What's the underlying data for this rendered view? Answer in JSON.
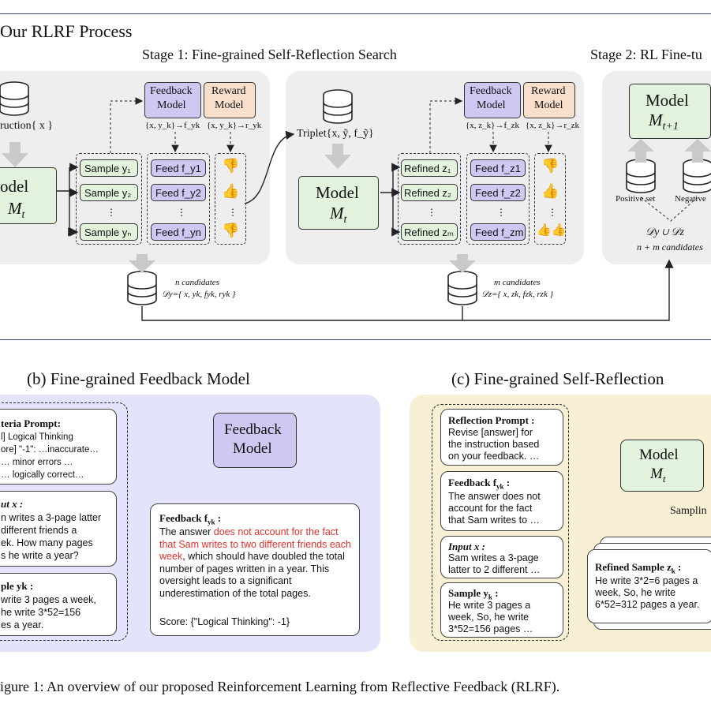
{
  "figure": {
    "section_a_title": "Our RLRF Process",
    "stage1_title": "Stage 1: Fine-grained Self-Reflection Search",
    "stage2_title": "Stage 2: RL Fine-tu",
    "caption": "igure 1: An overview of our proposed Reinforcement Learning from Reflective Feedback (RLRF)."
  },
  "stage1": {
    "instruction_label": "ruction{ x }",
    "model_label": "odel",
    "model_sub": "M",
    "model_sub_t": "t",
    "feedback_model": [
      "Feedback",
      "Model"
    ],
    "reward_model": [
      "Reward",
      "Model"
    ],
    "feedback_map": "{x, y_k}→f_yk",
    "reward_map": "{x, y_k}→r_yk",
    "samples": [
      "Sample y₁",
      "Sample y₂",
      "⋮",
      "Sample yₙ"
    ],
    "feeds": [
      "Feed f_y1",
      "Feed f_y2",
      "⋮",
      "Feed f_yn"
    ],
    "triplet_label": "Triplet{x, ỹ, f_ỹ}",
    "model2_label": "Model",
    "refined": [
      "Refined z₁",
      "Refined z₂",
      "⋮",
      "Refined zₘ"
    ],
    "feeds2": [
      "Feed f_z1",
      "Feed f_z2",
      "⋮",
      "Feed f_zm"
    ],
    "feedback_map2": "{x, z_k}→f_zk",
    "reward_map2": "{x, z_k}→r_zk",
    "n_candidates": "n candidates",
    "dy_def": "𝒟y={ x, yk, fyk, ryk }",
    "m_candidates": "m candidates",
    "dz_def": "𝒟z={ x, zk, fzk, rzk }"
  },
  "stage2": {
    "model_label": "Model",
    "model_sub": "M",
    "model_sub_t": "t+1",
    "positive_set": "Positive set",
    "negative_set": "Negative",
    "union": "𝒟y ∪ 𝒟z",
    "candidates": "n + m candidates"
  },
  "panel_b": {
    "title": "(b) Fine-grained Feedback Model",
    "criteria_head": "teria Prompt:",
    "criteria_lines": [
      "l] Logical Thinking",
      "ore] \"-1\":  …inaccurate…",
      "… minor errors …",
      "… logically correct…"
    ],
    "input_head": "ut x :",
    "input_lines": [
      "n writes a 3-page latter",
      "different friends a",
      "ek. How many pages",
      "s he write a year?"
    ],
    "sample_head": "ple yk :",
    "sample_lines": [
      "write 3 pages a week,",
      "he write 3*52=156",
      "es a year."
    ],
    "feedback_model": [
      "Feedback",
      "Model"
    ],
    "feedback_head": "Feedback f",
    "feedback_head_sub": "yk",
    "feedback_text_1": "The answer ",
    "feedback_text_red": "does not account for the fact that Sam writes to two different friends each week",
    "feedback_text_2": ", which should have doubled the total number of pages written in a year. This oversight leads to a significant underestimation of the total pages.",
    "score": "Score: {\"Logical Thinking\": -1}"
  },
  "panel_c": {
    "title": "(c) Fine-grained Self-Reflection",
    "reflection_head": "Reflection Prompt :",
    "reflection_lines": [
      "Revise [answer] for",
      "the instruction based",
      "on your feedback. …"
    ],
    "feedback_head": "Feedback f",
    "feedback_head_sub": "yk",
    "feedback_lines": [
      "The answer does not",
      "account for the fact",
      "that Sam writes to …"
    ],
    "input_head": "Input x :",
    "input_lines": [
      "Sam writes a 3-page",
      "latter to 2 different …"
    ],
    "sample_head": "Sample y",
    "sample_head_sub": "k",
    "sample_lines": [
      "He write 3 pages a",
      "week, So, he write",
      "3*52=156 pages …"
    ],
    "model_label": "Model",
    "model_sub": "M",
    "model_sub_t": "t",
    "sampling": "Samplin",
    "refined_head": "Refined Sample z",
    "refined_head_sub": "k",
    "refined_lines": [
      "He write 3*2=6 pages a",
      "week, So, he write",
      "6*52=312 pages a year."
    ]
  }
}
